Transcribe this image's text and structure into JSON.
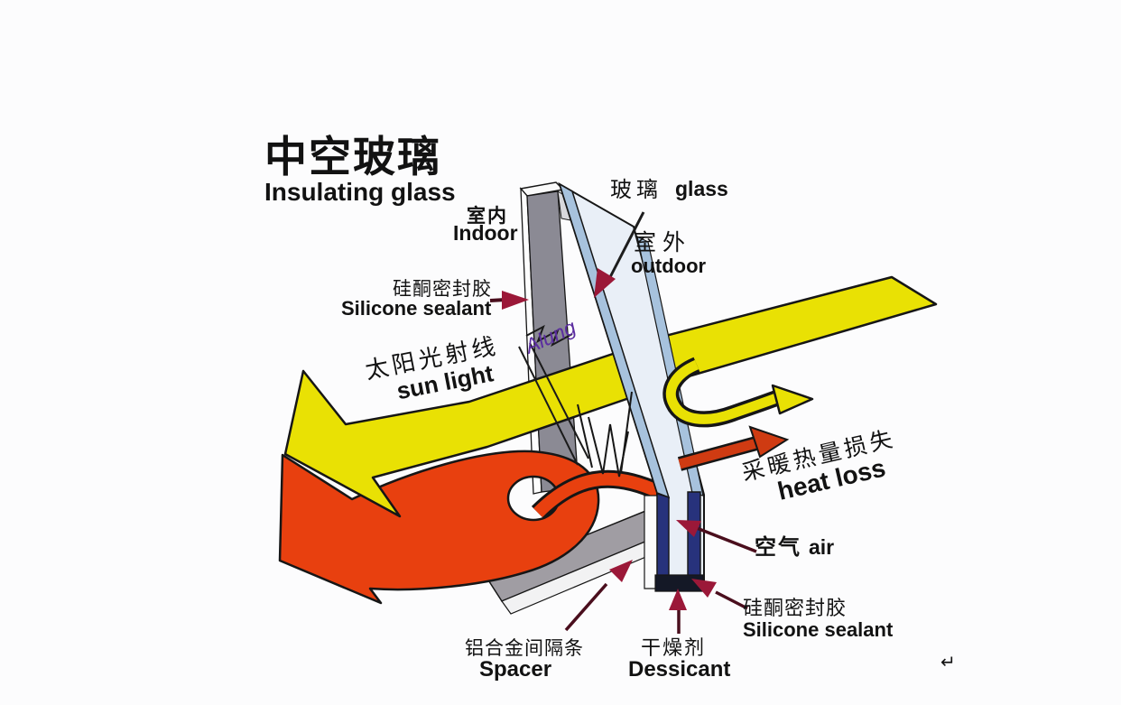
{
  "title": {
    "zh": "中空玻璃",
    "en": "Insulating glass"
  },
  "labels": {
    "indoor": {
      "zh": "室内",
      "en": "Indoor"
    },
    "glass": {
      "zh": "玻璃",
      "en": "glass"
    },
    "outdoor": {
      "zh": "室外",
      "en": "outdoor"
    },
    "sealant_top": {
      "zh": "硅酮密封胶",
      "en": "Silicone sealant"
    },
    "sun_light": {
      "zh": "太阳光射线",
      "en": "sun light"
    },
    "heat_loss": {
      "zh": "采暖热量损失",
      "en": "heat loss"
    },
    "air": {
      "zh": "空气",
      "en": "air"
    },
    "sealant_bottom": {
      "zh": "硅酮密封胶",
      "en": "Silicone sealant"
    },
    "spacer": {
      "zh": "铝合金间隔条",
      "en": "Spacer"
    },
    "dessicant": {
      "zh": "干燥剂",
      "en": "Dessicant"
    },
    "watermark": "Alung",
    "return_mark": "↵"
  },
  "colors": {
    "background": "#fcfcfd",
    "sun_yellow": "#e9e104",
    "heat_red": "#e8400f",
    "heat_red_dark": "#cf3b12",
    "pointer_crimson": "#9b1838",
    "pointer_tail": "#4a0e1d",
    "glass_face": "#e9eff7",
    "glass_edge": "#a7c2dd",
    "sealant_navy": "#27327c",
    "pane_gray": "#8b8a94",
    "sill_gray": "#a09da3",
    "spacer_dark": "#141826",
    "scribble_purple": "#5b2da0",
    "ink": "#121212"
  }
}
